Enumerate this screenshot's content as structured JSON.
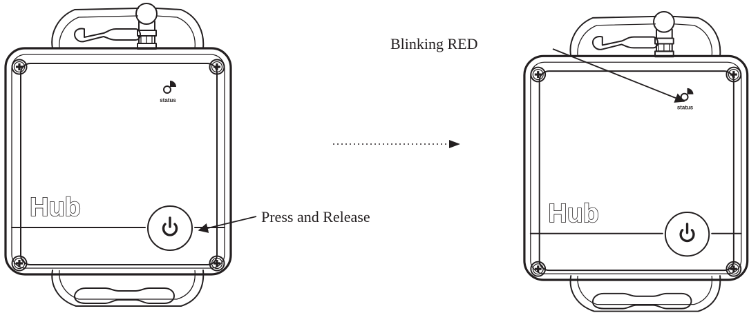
{
  "devices": [
    {
      "logo": "Hub",
      "status_label": "status"
    },
    {
      "logo": "Hub",
      "status_label": "status"
    }
  ],
  "annotations": {
    "press_release": "Press and Release",
    "blinking_red": "Blinking RED"
  },
  "colors": {
    "stroke": "#231f20",
    "background": "#ffffff"
  }
}
